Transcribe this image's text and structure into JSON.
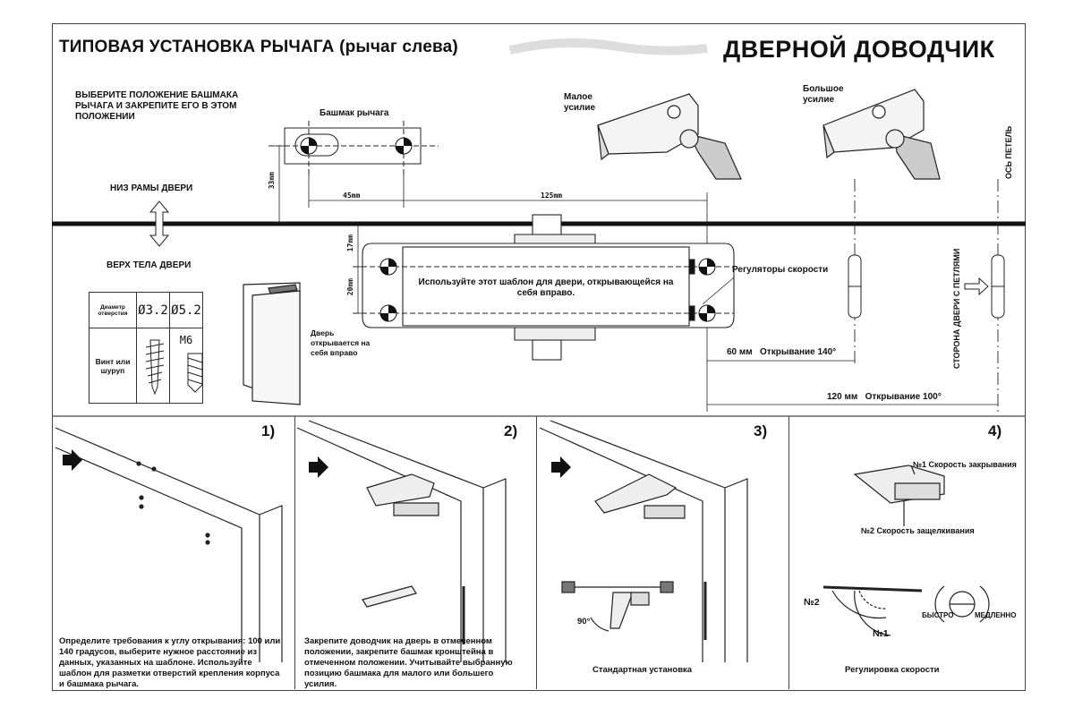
{
  "header": {
    "title_left": "ТИПОВАЯ УСТАНОВКА РЫЧАГА (рычаг слева)",
    "title_right": "ДВЕРНОЙ ДОВОДЧИК"
  },
  "instructions": {
    "select_shoe": "ВЫБЕРИТЕ ПОЛОЖЕНИЕ БАШМАКА РЫЧАГА И ЗАКРЕПИТЕ ЕГО В ЭТОМ ПОЛОЖЕНИИ",
    "shoe_label": "Башмак рычага",
    "low_force": "Малое усилие",
    "high_force": "Большое усилие",
    "hinge_axis": "ОСЬ ПЕТЕЛЬ",
    "frame_bottom": "НИЗ РАМЫ ДВЕРИ",
    "door_top": "ВЕРХ ТЕЛА ДВЕРИ",
    "template_text": "Используйте этот шаблон для двери, открывающейся на себя вправо.",
    "speed_regulators": "Регуляторы скорости",
    "hinge_side": "СТОРОНА ДВЕРИ С ПЕТЛЯМИ",
    "door_opens": "Дверь открывается на себя вправо"
  },
  "dimensions": {
    "d33": "33mm",
    "d45": "45mm",
    "d125": "125mm",
    "d17": "17mm",
    "d20": "20mm",
    "open140": "60 мм   Открывание 140°",
    "open100": "120 мм   Открывание 100°"
  },
  "spec_table": {
    "diameter_label": "Диаметр отверстия",
    "d1": "Ø3.2",
    "d2": "Ø5.2",
    "screw_label": "Винт или шуруп",
    "m6": "M6"
  },
  "steps": [
    {
      "num": "1)",
      "caption": "Определите требования к углу открывания: 100 или 140 градусов, выберите нужное расстояние из данных, указанных на шаблоне. Используйте шаблон для разметки отверстий крепления корпуса и башмака рычага."
    },
    {
      "num": "2)",
      "caption": "Закрепите доводчик на дверь в отмеченном положении, закрепите башмак кронштейна в отмеченном положении. Учитывайте выбранную позицию башмака для малого или большего усилия."
    },
    {
      "num": "3)",
      "caption": "Стандартная установка",
      "angle": "90°"
    },
    {
      "num": "4)",
      "caption": "Регулировка скорости",
      "closing": "№1 Скорость закрывания",
      "latching": "№2 Скорость защелкивания",
      "n2": "№2",
      "n1": "№1",
      "fast": "БЫСТРО",
      "slow": "МЕДЛЕННО"
    }
  ]
}
